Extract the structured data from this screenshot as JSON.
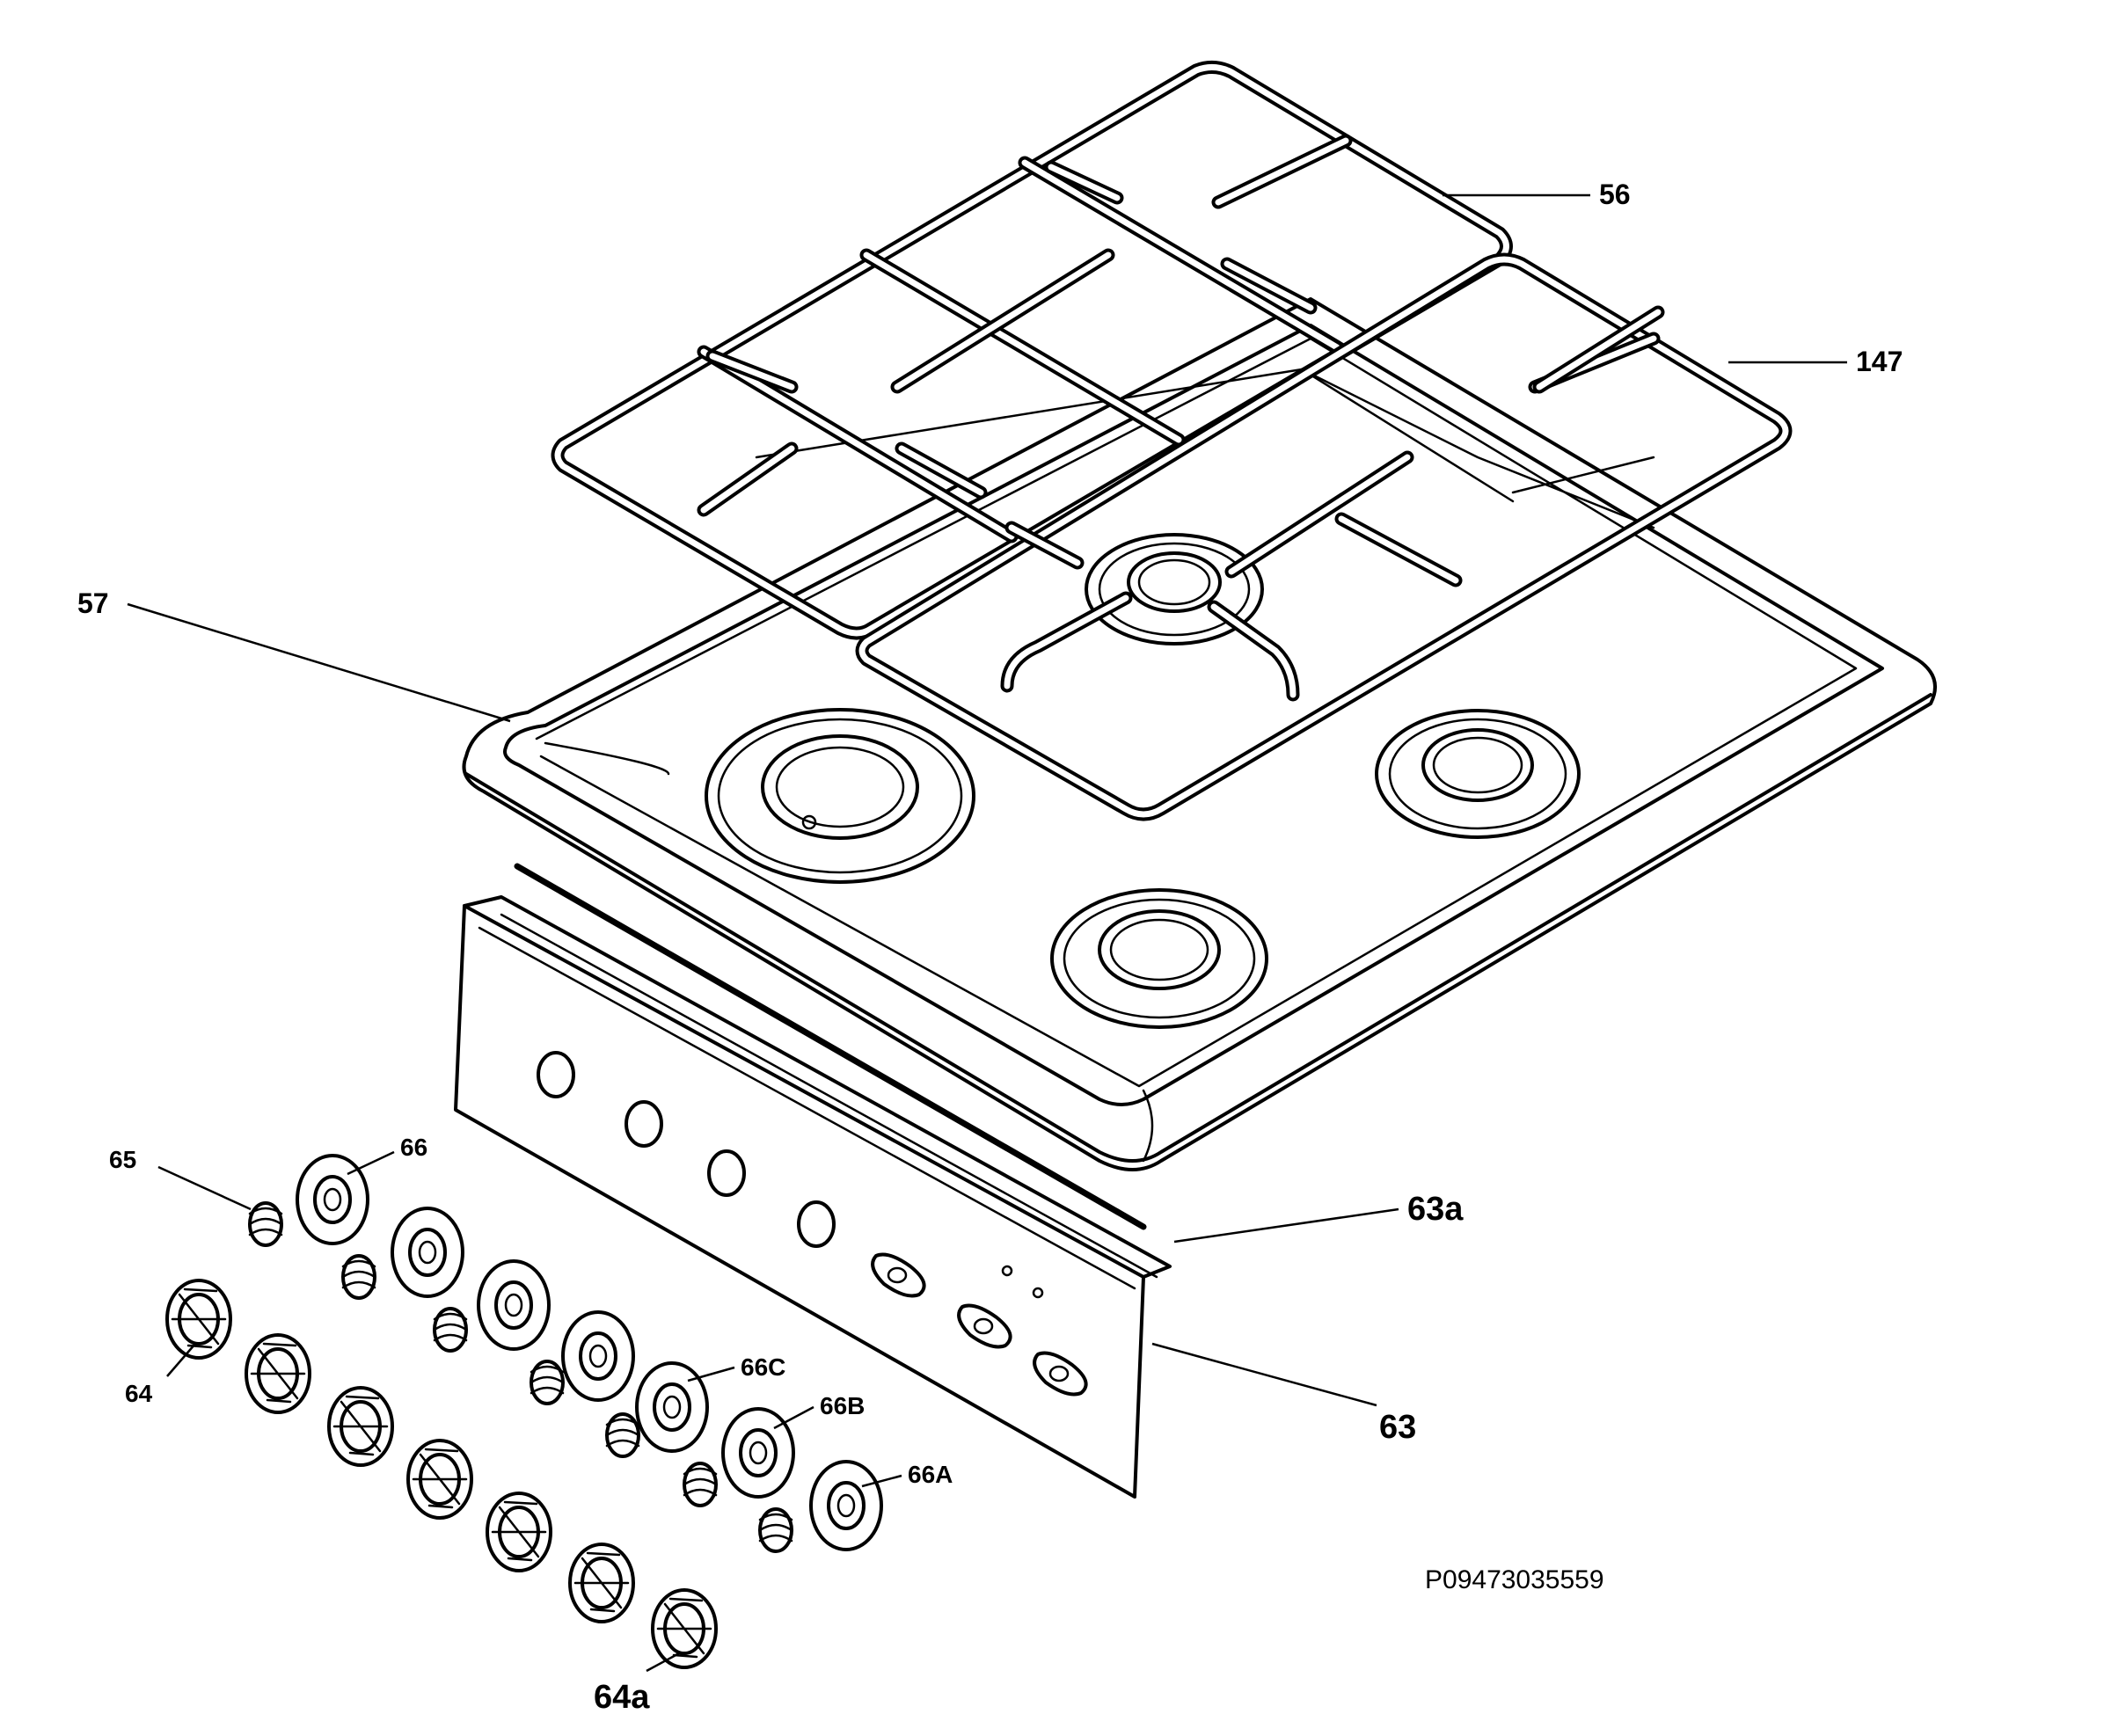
{
  "labels": {
    "p56": "56",
    "p147": "147",
    "p57": "57",
    "p63a": "63a",
    "p63": "63",
    "p65": "65",
    "p66": "66",
    "p66C": "66C",
    "p66B": "66B",
    "p66A": "66A",
    "p64": "64",
    "p64a": "64a"
  },
  "diagram_code": "P09473035559"
}
